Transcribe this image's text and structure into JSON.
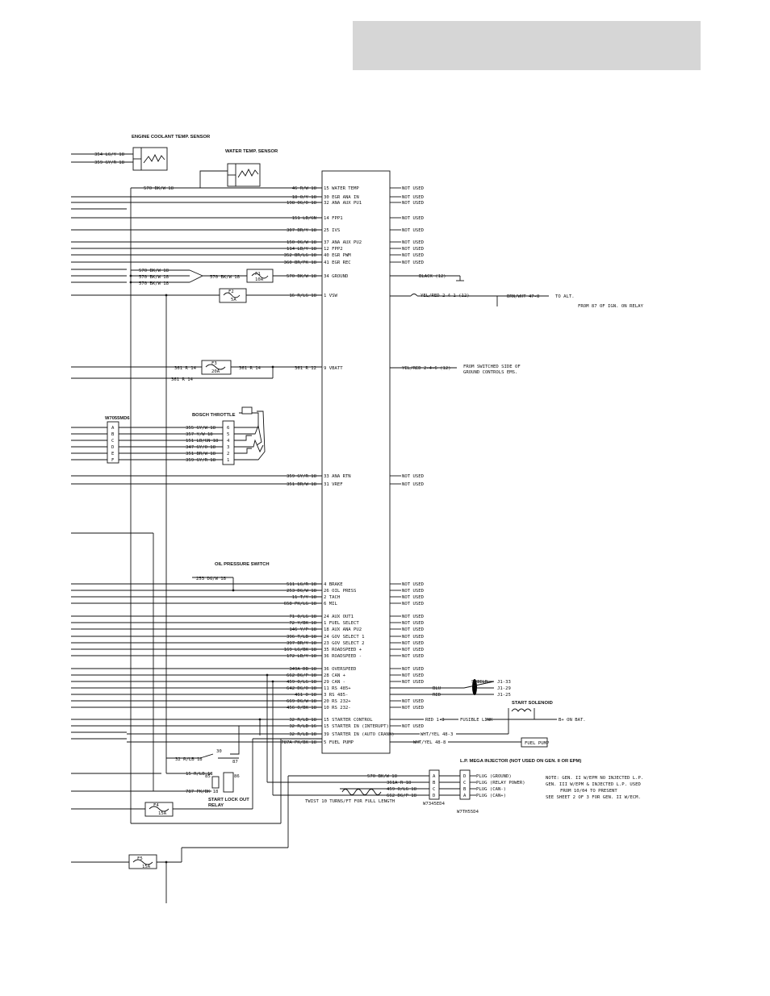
{
  "ecm": {
    "pins": [
      {
        "wire": "46 R/W 18",
        "pin": "15 WATER TEMP",
        "out": "NOT USED"
      },
      {
        "wire": "18 O/Y 18",
        "pin": "30 EGR ANA IN",
        "out": "NOT USED"
      },
      {
        "wire": "198 OG/O 18",
        "pin": "32 ANA AUX PU1",
        "out": "NOT USED"
      },
      {
        "wire": "151 LB/GN",
        "pin": "14 FPP1",
        "out": "NOT USED"
      },
      {
        "wire": "307 BR/Y 18",
        "pin": "25 IVS",
        "out": "NOT USED"
      },
      {
        "wire": "150 OG/W 18",
        "pin": "37 ANA AUX PU2",
        "out": "NOT USED"
      },
      {
        "wire": "114 LB/Y 18",
        "pin": "12 FPP2",
        "out": "NOT USED"
      },
      {
        "wire": "352 BR/LG 18",
        "pin": "40 EGR PWM",
        "out": "NOT USED"
      },
      {
        "wire": "360 BR/PK 18",
        "pin": "41 EGR REC",
        "out": "NOT USED"
      },
      {
        "wire": "570 BK/W 18",
        "pin": "34 GROUND",
        "out": "BLACK (12)"
      },
      {
        "wire": "16 R/LG 18",
        "pin": "1 VSW",
        "out": "YEL/RED 2-4-1 (12)"
      },
      {
        "wire": "361 R 12",
        "pin": "9 VBATT",
        "out": "YEL/RED 2-4-6 (12)"
      },
      {
        "wire": "359 GY/R 18",
        "pin": "33 ANA RTN",
        "out": "NOT USED"
      },
      {
        "wire": "351 BR/W 18",
        "pin": "31 VREF",
        "out": "NOT USED"
      },
      {
        "wire": "511 LG/R 18",
        "pin": "4 BRAKE",
        "out": "NOT USED"
      },
      {
        "wire": "253 DG/W 18",
        "pin": "26 OIL PRESS",
        "out": "NOT USED"
      },
      {
        "wire": "11 T/Y 18",
        "pin": "2 TACH",
        "out": "NOT USED"
      },
      {
        "wire": "658 PK/LG 18",
        "pin": "6 MIL",
        "out": "NOT USED"
      },
      {
        "wire": "71 O/LG 18",
        "pin": "24 AUX OUT1",
        "out": "NOT USED"
      },
      {
        "wire": "72 Y/BK 18",
        "pin": "1 FUEL SELECT",
        "out": "NOT USED"
      },
      {
        "wire": "146 Y/P 18",
        "pin": "18 AUX ANA PU2",
        "out": "NOT USED"
      },
      {
        "wire": "396 T/LB 18",
        "pin": "24 GOV SELECT 1",
        "out": "NOT USED"
      },
      {
        "wire": "397 BR/Y 18",
        "pin": "23 GOV SELECT 2",
        "out": "NOT USED"
      },
      {
        "wire": "169 LG/BK 18",
        "pin": "35 ROADSPEED +",
        "out": "NOT USED"
      },
      {
        "wire": "172 LB/Y 18",
        "pin": "36 ROADSPEED -",
        "out": "NOT USED"
      },
      {
        "wire": "349A DB 18",
        "pin": "36 OVERSPEED",
        "out": "NOT USED"
      },
      {
        "wire": "662 DG/P 18",
        "pin": "28 CAN +",
        "out": "NOT USED"
      },
      {
        "wire": "459 O/LG 18",
        "pin": "29 CAN -",
        "out": "NOT USED"
      },
      {
        "wire": "642 DG/O 18",
        "pin": "11 RS 485+",
        "out": "BLU"
      },
      {
        "wire": "461 O 18",
        "pin": "3 RS 485-",
        "out": "RED"
      },
      {
        "wire": "669 DG/W 18",
        "pin": "20 RS 232+",
        "out": "NOT USED"
      },
      {
        "wire": "456 O/BK 18",
        "pin": "10 RS 232-",
        "out": "NOT USED"
      },
      {
        "wire": "32 R/LB 18",
        "pin": "15 STARTER CONTROL",
        "out": "RED 1-3"
      },
      {
        "wire": "32 R/LB 16",
        "pin": "15 STARTER IN (INTERUPT)",
        "out": "NOT USED"
      },
      {
        "wire": "32 R/LB 18",
        "pin": "39 STARTER IN (AUTO CRANK)",
        "out": "WHT/YEL 48-3"
      },
      {
        "wire": "787A PK/BK 18",
        "pin": "5 FUEL PUMP",
        "out": "WHT/YEL 48-8"
      }
    ],
    "shield": "SHIELD",
    "j_labels": [
      "J1-33",
      "J1-29",
      "J1-25"
    ]
  },
  "components": {
    "coolant_sensor": "ENGINE COOLANT TEMP. SENSOR",
    "coolant_wires": [
      "354 LG/Y 18",
      "359 GY/R 18"
    ],
    "water_sensor": "WATER TEMP. SENSOR",
    "wire_570": "570 BK/W 18",
    "ground_wires": [
      "570 BK/W 18",
      "570 BK/W 18",
      "570 BK/W 18"
    ],
    "f1": {
      "name": "F1",
      "rating": "10A"
    },
    "f2": {
      "name": "F2",
      "rating": "5A"
    },
    "f3": {
      "name": "F3",
      "rating": "20A"
    },
    "f4": {
      "name": "F4",
      "rating": "15A"
    },
    "f5": {
      "name": "F5",
      "rating": "15A"
    },
    "wire_361_a": "361 R 14",
    "wire_361_b": "361 R 14",
    "wire_361_c": "361 R 14",
    "bosch_throttle": "BOSCH THROTTLE",
    "throttle_wires": [
      "355 GY/W 18",
      "357 Y/W 18",
      "151 LB/GN 18",
      "347 GY/O 18",
      "351 BR/W 18",
      "359 GY/R 18"
    ],
    "throttle_pins": [
      "6",
      "5",
      "4",
      "3",
      "2",
      "1"
    ],
    "harness_connector": "W7055MD6",
    "harness_pins": [
      "A",
      "B",
      "C",
      "D",
      "E",
      "F"
    ],
    "oil_switch": "OIL PRESSURE SWITCH",
    "oil_wire": "253 DG/W 18",
    "relay": "START LOCK OUT RELAY",
    "relay_pins": [
      "30",
      "87",
      "85",
      "86"
    ],
    "relay_wire_a": "32 R/LB 18",
    "relay_wire_b": "15 R/LB 18",
    "relay_wire_c": "787 PK/BK 18",
    "to_alt": "TO ALT.",
    "alt_wire": "BRN/WHT 47-8",
    "from_87": "FROM 87 OF IGN. ON RELAY",
    "from_switched": "FROM SWITCHED SIDE OF GROUND CONTROLS EMS.",
    "fusible_link": "FUSIBLE LINK",
    "start_solenoid": "START SOLENOID",
    "b_plus": "B+ ON BAT.",
    "fuel_pump": "FUEL PUMP"
  },
  "injector": {
    "title": "L.P. MEGA INJECTOR (NOT USED ON GEN. II OR EPM)",
    "wires": [
      "570 BK/W 18",
      "361A R 18",
      "459 O/LG 18",
      "662 DG/P 18"
    ],
    "pins_a": [
      "A",
      "B",
      "C",
      "D"
    ],
    "pins_b": [
      "D",
      "C",
      "B",
      "A"
    ],
    "plugs": [
      "PLUG (GROUND)",
      "PLUG (RELAY POWER)",
      "PLUG (CAN-)",
      "PLUG (CAN+)"
    ],
    "conn_a": "W7345ED4",
    "conn_b": "W7TH55D4",
    "twist": "TWIST 10 TURNS/FT FOR FULL LENGTH",
    "note": [
      "NOTE: GEN. II W/EPM NO INJECTED L.P.",
      "GEN. III W/EPM & INJECTED L.P. USED",
      "FROM 10/04 TO PRESENT",
      "SEE SHEET 2 OF 3 FOR GEN. II W/ECM."
    ]
  }
}
